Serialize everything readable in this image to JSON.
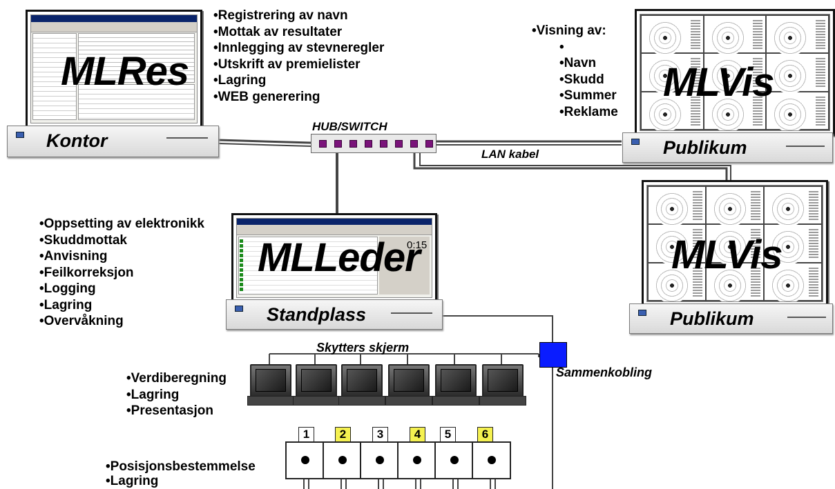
{
  "kontor": {
    "app_name": "MLRes",
    "station_label": "Kontor",
    "features": [
      "Registrering av navn",
      "Mottak av resultater",
      "Innlegging av stevneregler",
      "Utskrift av premielister",
      "Lagring",
      "WEB generering"
    ]
  },
  "publikum_top": {
    "app_name": "MLVis",
    "station_label": "Publikum",
    "heading": "Visning av:",
    "features": [
      "Navn",
      "Skudd",
      "Summer",
      "Reklame"
    ]
  },
  "publikum_bottom": {
    "app_name": "MLVis",
    "station_label": "Publikum"
  },
  "hub": {
    "label": "HUB/SWITCH"
  },
  "lan_label": "LAN kabel",
  "standplass": {
    "app_name": "MLLeder",
    "station_label": "Standplass",
    "timer": "0:15",
    "features": [
      "Oppsetting av elektronikk",
      "Skuddmottak",
      "Anvisning",
      "Feilkorreksjon",
      "Logging",
      "Lagring",
      "Overvåkning"
    ]
  },
  "shooter_screens": {
    "label": "Skytters skjerm",
    "features": [
      "Verdiberegning",
      "Lagring",
      "Presentasjon"
    ]
  },
  "connector": {
    "label": "Sammenkobling",
    "color": "#0a1cff"
  },
  "targets": {
    "numbers": [
      "1",
      "2",
      "3",
      "4",
      "5",
      "6"
    ],
    "highlight_color": "#f5f150",
    "features": [
      "Posisjonsbestemmelse",
      "Lagring"
    ]
  }
}
